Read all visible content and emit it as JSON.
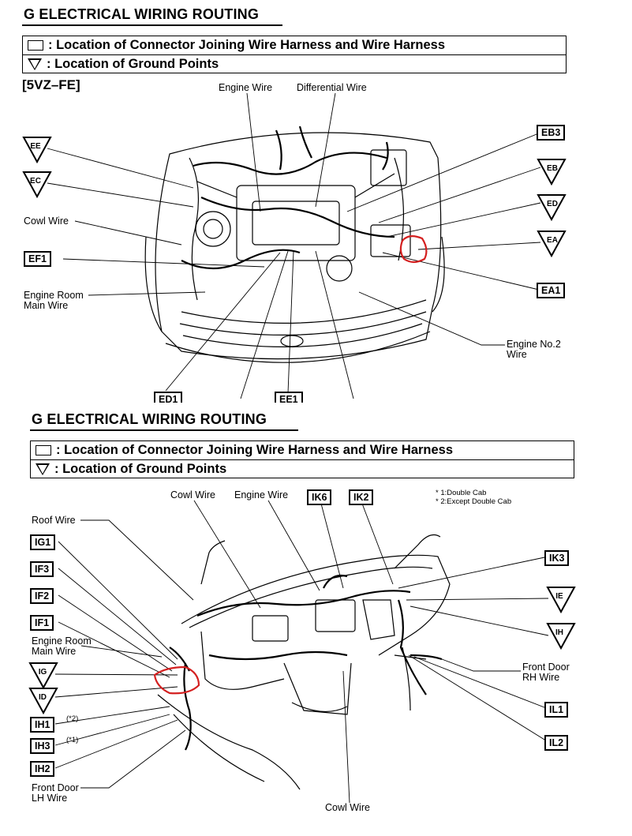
{
  "top": {
    "title": "G  ELECTRICAL WIRING ROUTING",
    "legend_connector": ": Location of Connector Joining Wire Harness and Wire Harness",
    "legend_ground": ": Location of Ground Points",
    "engine": "[5VZ–FE]",
    "labels": {
      "engine_wire": "Engine Wire",
      "differential_wire": "Differential Wire",
      "cowl_wire": "Cowl Wire",
      "engine_room_main_1": "Engine Room",
      "engine_room_main_2": "Main Wire",
      "engine_no2_1": "Engine No.2",
      "engine_no2_2": "Wire"
    },
    "connectors": {
      "ef1": "EF1",
      "eb3": "EB3",
      "ea1": "EA1",
      "ed1_cut": "ED1",
      "ee1_cut": "EE1"
    },
    "grounds": {
      "ee": "EE",
      "ec": "EC",
      "eb": "EB",
      "ed": "ED",
      "ea": "EA"
    }
  },
  "bottom": {
    "title": "G  ELECTRICAL WIRING ROUTING",
    "legend_connector": ": Location of Connector Joining Wire Harness and Wire Harness",
    "legend_ground": ": Location of Ground Points",
    "notes": {
      "n1": "* 1:Double Cab",
      "n2": "* 2:Except Double Cab"
    },
    "labels": {
      "cowl_wire_top": "Cowl Wire",
      "engine_wire": "Engine Wire",
      "roof_wire": "Roof Wire",
      "engine_room_main_1": "Engine Room",
      "engine_room_main_2": "Main Wire",
      "front_door_rh_1": "Front Door",
      "front_door_rh_2": "RH Wire",
      "front_door_lh_1": "Front Door",
      "front_door_lh_2": "LH Wire",
      "cowl_wire_bottom": "Cowl Wire",
      "ih1_note": "(*2)",
      "ih3_note": "(*1)"
    },
    "connectors": {
      "ik6": "IK6",
      "ik2": "IK2",
      "ik3": "IK3",
      "ig1": "IG1",
      "if3": "IF3",
      "if2": "IF2",
      "if1": "IF1",
      "ih1": "IH1",
      "ih3": "IH3",
      "ih2": "IH2",
      "il1": "IL1",
      "il2": "IL2"
    },
    "grounds": {
      "ie": "IE",
      "ih": "IH",
      "ig": "IG",
      "id": "ID"
    }
  },
  "colors": {
    "highlight": "#d42020",
    "ink": "#000000"
  }
}
